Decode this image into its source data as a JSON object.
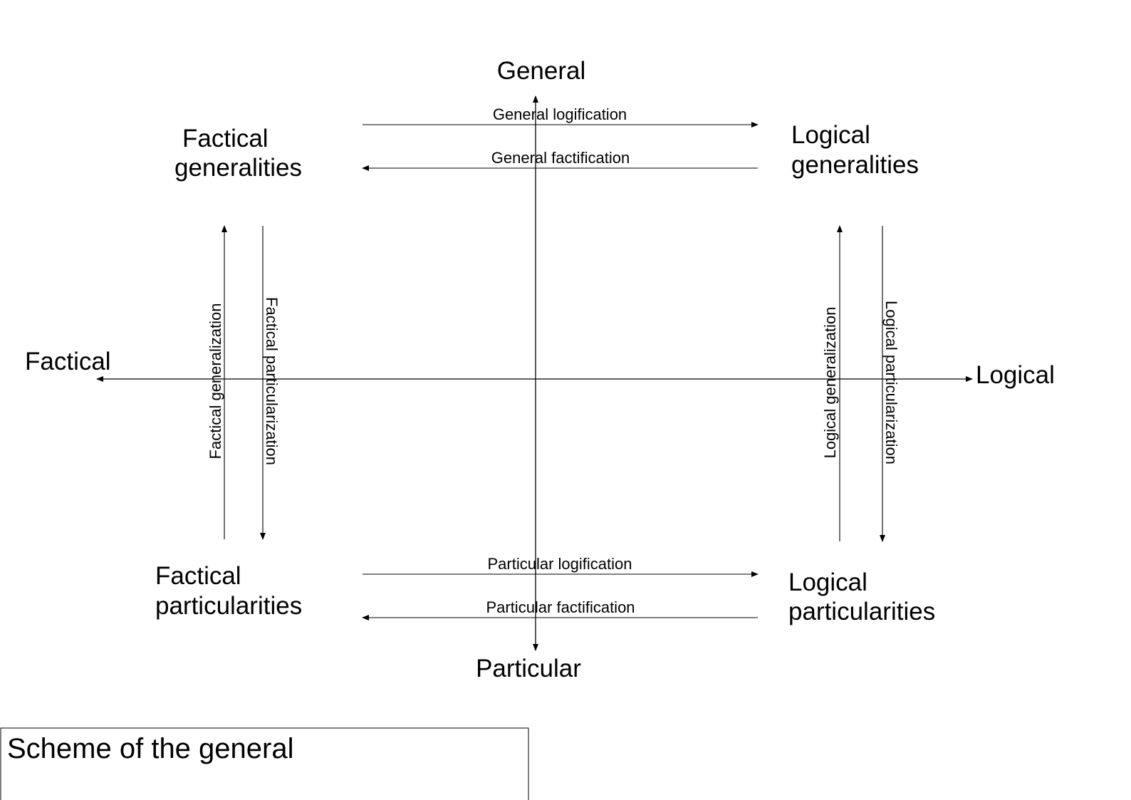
{
  "axes": {
    "top": "General",
    "bottom": "Particular",
    "left": "Factical",
    "right": "Logical"
  },
  "quadrants": {
    "top_left": [
      "Factical",
      "generalities"
    ],
    "top_right": [
      "Logical",
      "generalities"
    ],
    "bottom_left": [
      "Factical",
      "particularities"
    ],
    "bottom_right": [
      "Logical",
      "particularities"
    ]
  },
  "transitions": {
    "general_logification": "General logification",
    "general_factification": "General factification",
    "particular_logification": "Particular logification",
    "particular_factification": "Particular factification",
    "factical_generalization": "Factical generalization",
    "factical_particularization": "Factical particularization",
    "logical_generalization": "Logical generalization",
    "logical_particularization": "Logical particularization"
  },
  "caption": "Scheme of the general",
  "colors": {
    "line": "#000000",
    "background": "#ffffff"
  }
}
